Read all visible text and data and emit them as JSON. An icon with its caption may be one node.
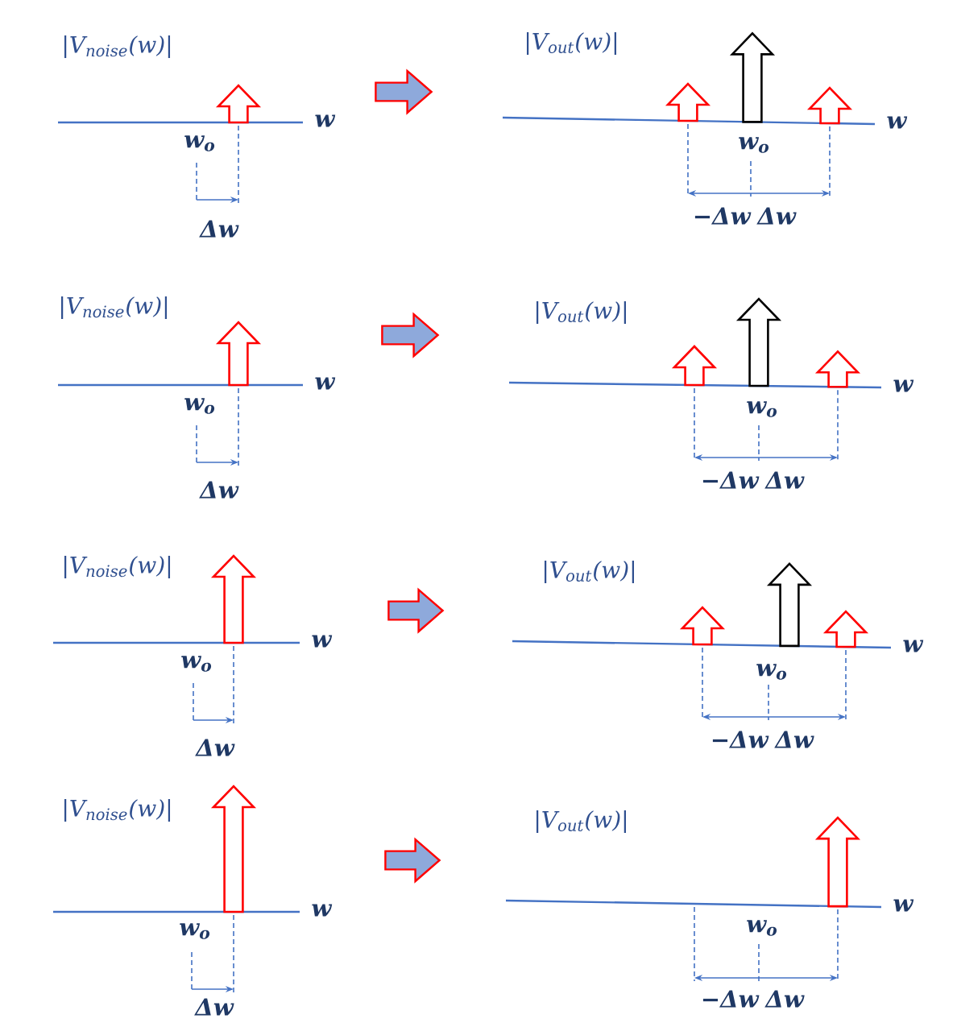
{
  "diagram": {
    "nodes": [
      {
        "text": [
          "|V$_{noise}$(w)|",
          "w",
          "w$_{o}$",
          "Δw"
        ]
      },
      {
        "text": [
          "|V$_{out}$(w)|",
          "w",
          "w$_{o}$",
          "−Δw",
          "Δw"
        ]
      },
      {
        "text": [
          "|V$_{noise}$(w)|",
          "w",
          "w$_{o}$",
          "Δw"
        ]
      },
      {
        "text": [
          "|V$_{out}$(w)|",
          "w",
          "w$_{o}$",
          "−Δw",
          "Δw"
        ]
      },
      {
        "text": [
          "|V$_{noise}$(w)|",
          "w",
          "w$_{o}$",
          "Δw"
        ]
      },
      {
        "text": [
          "|V$_{out}$(w)|",
          "w",
          "w$_{o}$",
          "−Δw",
          "Δw"
        ]
      },
      {
        "text": [
          "|V$_{noise}$(w)|",
          "w",
          "w$_{o}$",
          "Δw"
        ]
      },
      {
        "text": [
          "|V$_{out}$(w)|",
          "w",
          "w$_{o}$",
          "−Δw",
          "Δw"
        ]
      }
    ],
    "edges": [
      {
        "from": 0,
        "to": 1,
        "arrow": "to"
      },
      {
        "from": 2,
        "to": 3,
        "arrow": "to"
      },
      {
        "from": 4,
        "to": 5,
        "arrow": "to"
      },
      {
        "from": 6,
        "to": 7,
        "arrow": "to"
      }
    ]
  }
}
